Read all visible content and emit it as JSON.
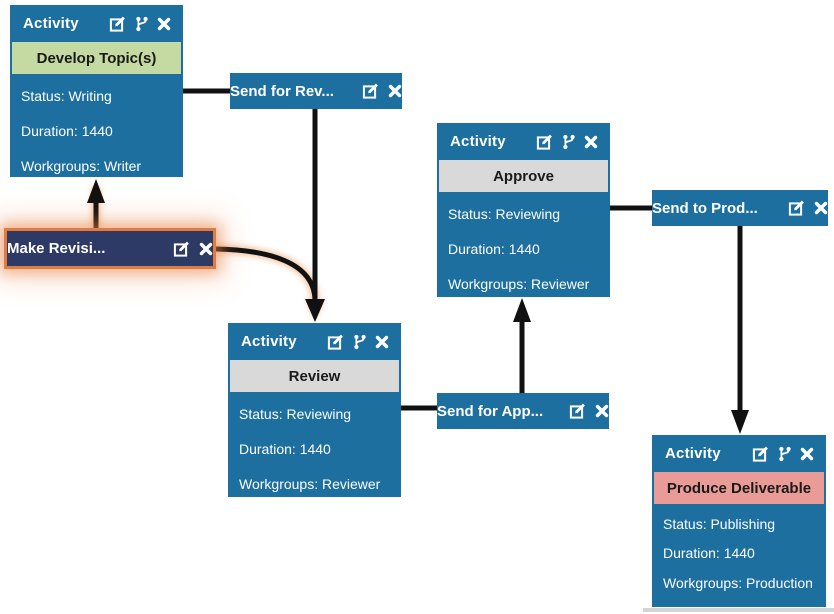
{
  "diagram": {
    "activity_header_label": "Activity",
    "activities": {
      "develop": {
        "title": "Develop Topic(s)",
        "status": "Status: Writing",
        "duration": "Duration: 1440",
        "workgroups": "Workgroups: Writer"
      },
      "approve": {
        "title": "Approve",
        "status": "Status: Reviewing",
        "duration": "Duration: 1440",
        "workgroups": "Workgroups: Reviewer"
      },
      "review": {
        "title": "Review",
        "status": "Status: Reviewing",
        "duration": "Duration: 1440",
        "workgroups": "Workgroups: Reviewer"
      },
      "produce": {
        "title": "Produce Deliverable",
        "status": "Status: Publishing",
        "duration": "Duration: 1440",
        "workgroups": "Workgroups: Production"
      }
    },
    "transitions": {
      "send_for_review": {
        "label": "Send for Rev..."
      },
      "make_revisions": {
        "label": "Make Revisi...",
        "selected": true
      },
      "send_for_approval": {
        "label": "Send for App..."
      },
      "send_to_production": {
        "label": "Send to Prod..."
      }
    },
    "icons": {
      "edit": "edit-icon (pen-to-square) ✎",
      "branch": "code-branch-icon ⑂",
      "close": "close-icon ✖"
    },
    "colors": {
      "activity_bg": "#1d6fa0",
      "selected_bg": "#2e3a66",
      "selected_border": "#e07b42",
      "develop_title_bg": "#c5d9a2",
      "approve_title_bg": "#d9d9d9",
      "review_title_bg": "#d9d9d9",
      "produce_title_bg": "#e99b97",
      "connector": "#111111",
      "body_text": "#ffffff"
    }
  }
}
